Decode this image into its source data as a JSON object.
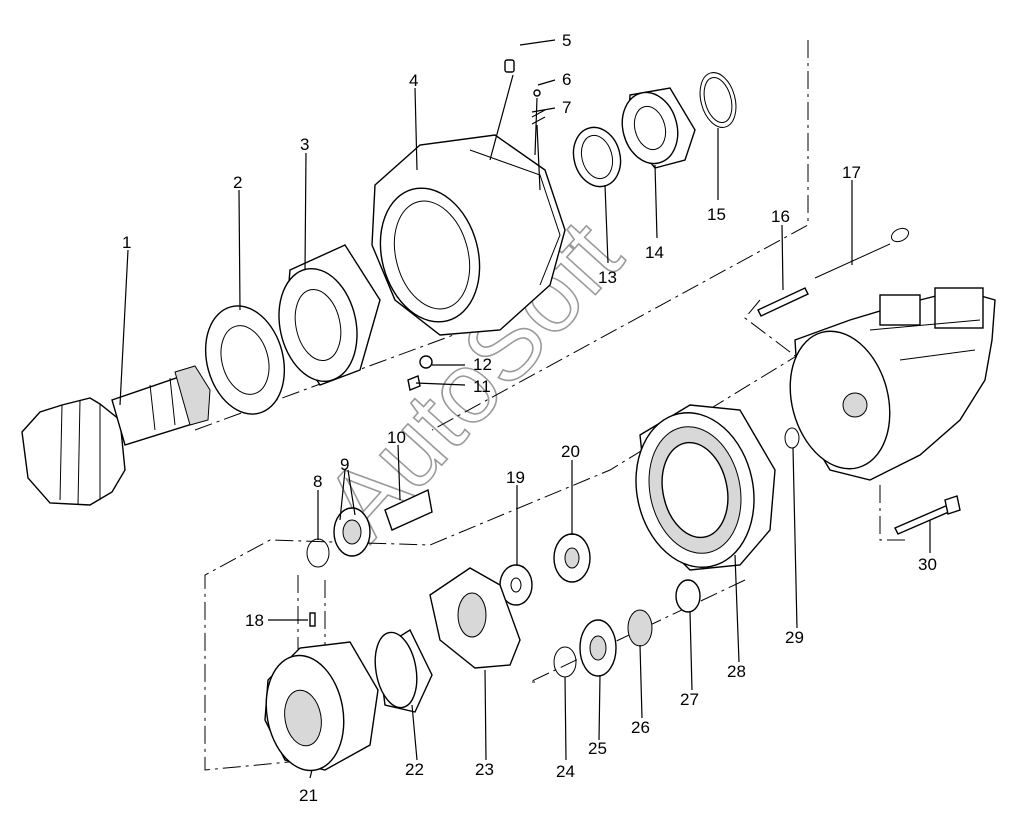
{
  "watermark": "AutoSoft",
  "callouts": [
    "1",
    "2",
    "3",
    "4",
    "5",
    "6",
    "7",
    "8",
    "9",
    "10",
    "11",
    "12",
    "13",
    "14",
    "15",
    "16",
    "17",
    "18",
    "19",
    "20",
    "21",
    "22",
    "23",
    "24",
    "25",
    "26",
    "27",
    "28",
    "29",
    "30"
  ]
}
